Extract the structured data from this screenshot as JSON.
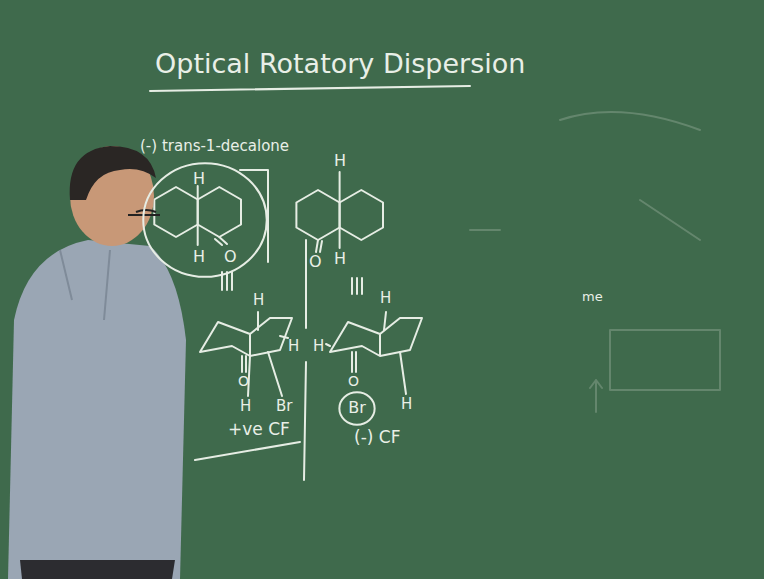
{
  "diagram": {
    "title": "Optical Rotatory Dispersion",
    "nodes": [
      {
        "text": [
          "H",
          "H",
          "O"
        ]
      },
      {
        "text": [
          "Br"
        ]
      }
    ],
    "labels": [
      "(-) trans-1-decalone",
      "H",
      "H",
      "O",
      "H",
      "O",
      "H",
      "Br",
      "+ve CF",
      "H",
      "H",
      "H",
      "O",
      "H",
      "(-) CF",
      "me"
    ]
  }
}
